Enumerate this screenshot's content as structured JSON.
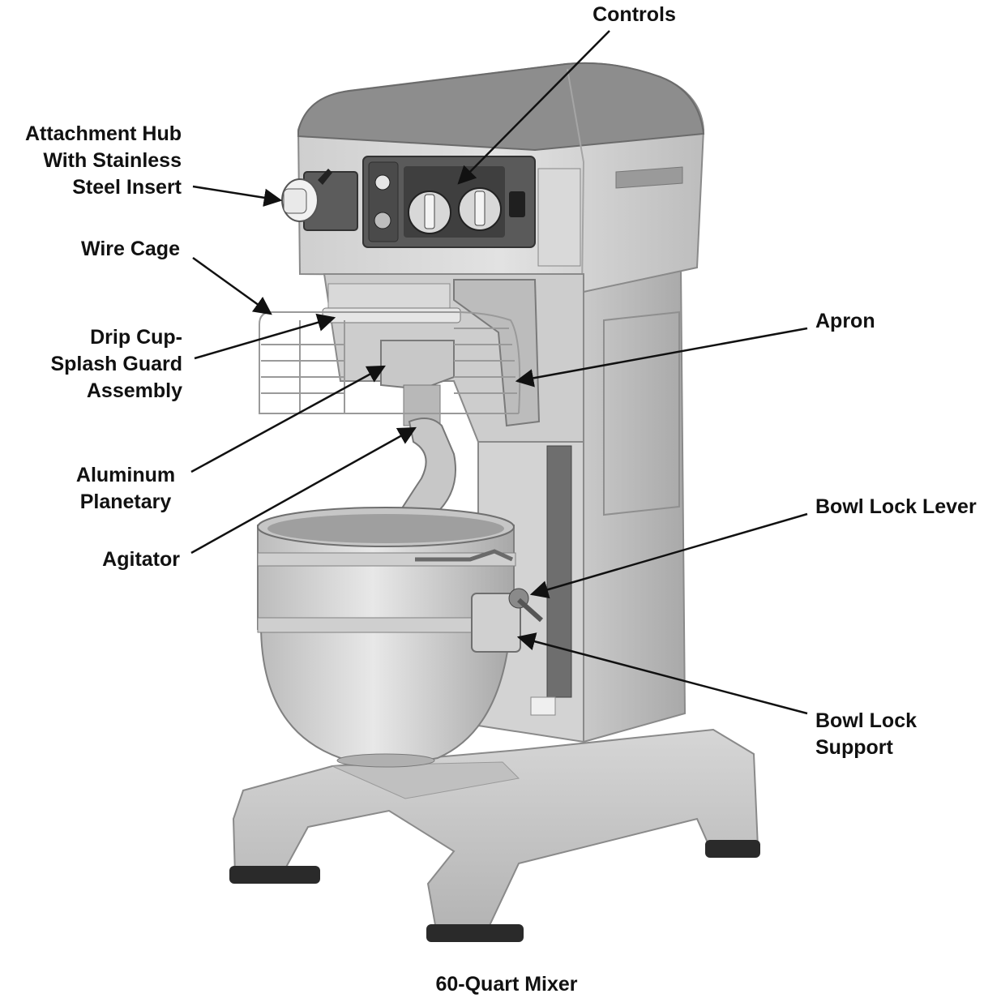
{
  "caption": "60-Quart Mixer",
  "labels": {
    "controls": [
      "Controls"
    ],
    "attachment_hub": [
      "Attachment Hub",
      "With Stainless",
      "Steel Insert"
    ],
    "wire_cage": [
      "Wire Cage"
    ],
    "drip_cup": [
      "Drip Cup-",
      "Splash Guard",
      "Assembly"
    ],
    "aluminum_planetary": [
      "Aluminum",
      "Planetary"
    ],
    "agitator": [
      "Agitator"
    ],
    "apron": [
      "Apron"
    ],
    "bowl_lock_lever": [
      "Bowl Lock Lever"
    ],
    "bowl_lock_support": [
      "Bowl Lock",
      "Support"
    ]
  },
  "colors": {
    "body_light": "#d9d9d9",
    "body_mid": "#c4c4c4",
    "body_dark": "#9a9a9a",
    "cap": "#8d8d8d",
    "panel": "#5a5a5a",
    "leader": "#111111",
    "text": "#111111"
  }
}
